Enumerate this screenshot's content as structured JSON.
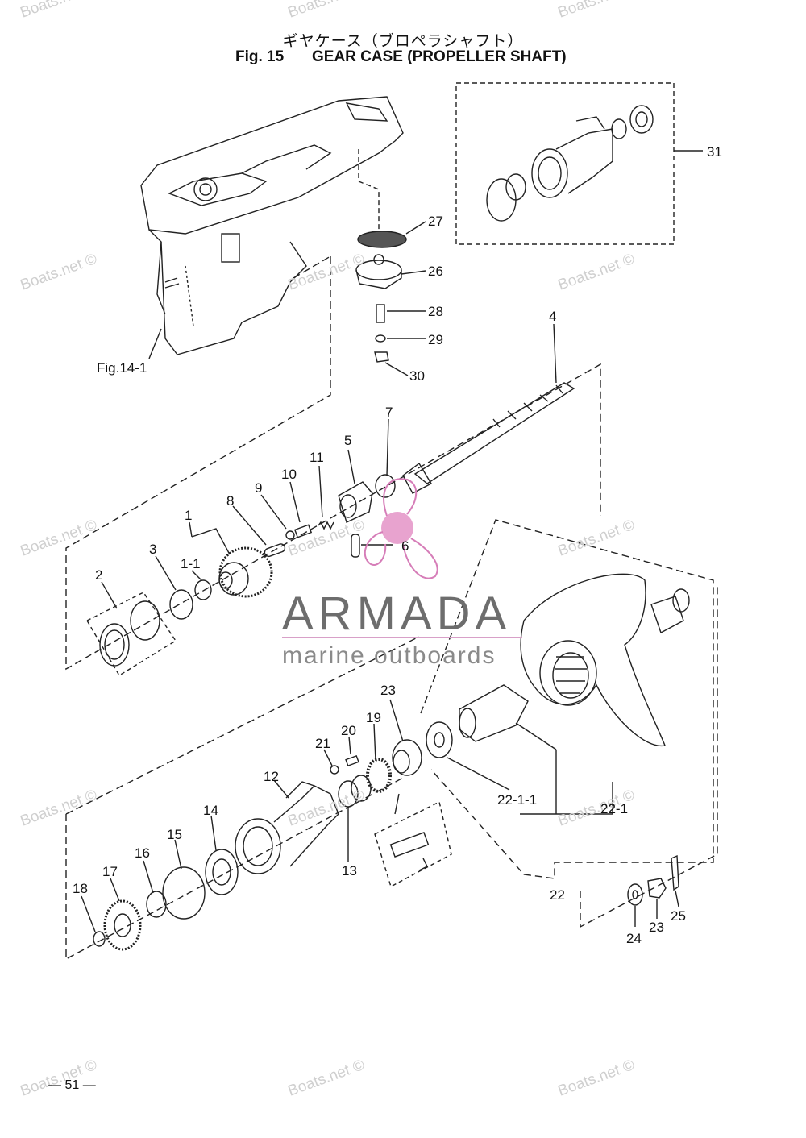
{
  "header": {
    "title_jp": "ギヤケース（ブロペラシャフト）",
    "fig_label": "Fig. 15",
    "title_en": "GEAR CASE (PROPELLER SHAFT)"
  },
  "diagram": {
    "ref_label": "Fig.14-1",
    "part_numbers": [
      "1",
      "1-1",
      "2",
      "3",
      "4",
      "5",
      "6",
      "7",
      "8",
      "9",
      "10",
      "11",
      "12",
      "13",
      "14",
      "15",
      "16",
      "17",
      "18",
      "19",
      "20",
      "21",
      "22",
      "22-1",
      "22-1-1",
      "23",
      "24",
      "25",
      "26",
      "27",
      "28",
      "29",
      "30",
      "31"
    ]
  },
  "watermark": {
    "text": "Boats.net ©",
    "brand": "ARMADA",
    "brand_sub": "marine outboards",
    "brand_color": "#d67db8"
  },
  "footer": {
    "page": "— 51 —"
  }
}
